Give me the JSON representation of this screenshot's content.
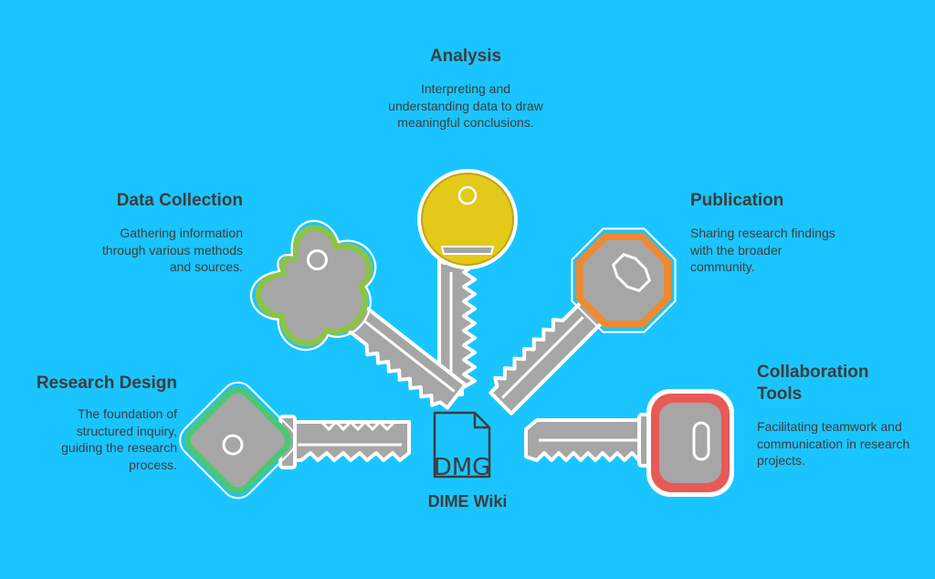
{
  "diagram": {
    "center": {
      "label": "DIME Wiki",
      "icon_text": "DMG",
      "icon": "document-icon"
    },
    "nodes": [
      {
        "id": "analysis",
        "title": "Analysis",
        "description": "Interpreting and understanding data to draw meaningful conclusions.",
        "color": "#e3c919"
      },
      {
        "id": "data-collection",
        "title": "Data Collection",
        "description": "Gathering information through various methods and sources.",
        "color": "#8bc34a"
      },
      {
        "id": "research-design",
        "title": "Research Design",
        "description": "The foundation of structured inquiry, guiding the research process.",
        "color": "#4cc776"
      },
      {
        "id": "publication",
        "title": "Publication",
        "description": "Sharing research findings with the broader community.",
        "color": "#ef8a2e"
      },
      {
        "id": "collaboration-tools",
        "title": "Collaboration Tools",
        "description": "Facilitating teamwork and communication in research projects.",
        "color": "#e85a55"
      }
    ]
  },
  "colors": {
    "background": "#1ac5ff",
    "key_metal": "#a6a6a6",
    "key_outline": "#ffffff",
    "text": "#3c3c3c"
  }
}
